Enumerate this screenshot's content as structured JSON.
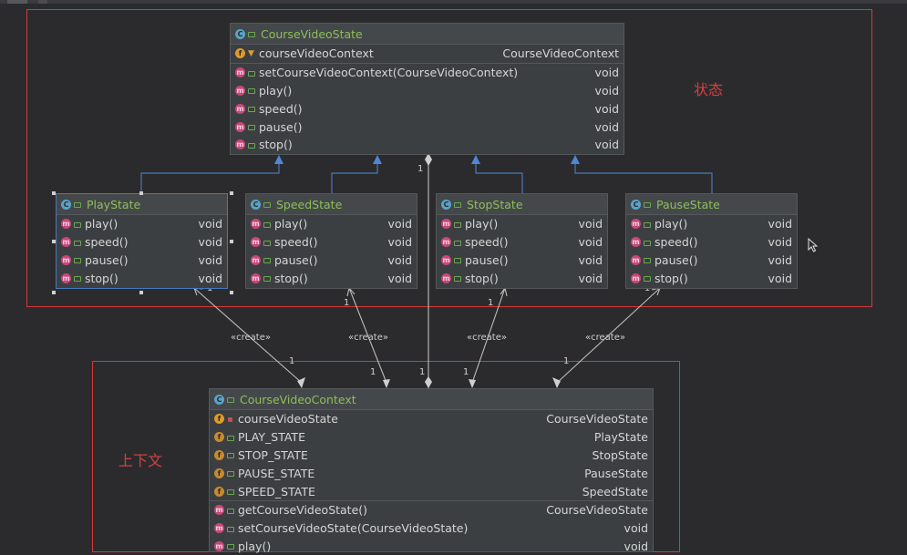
{
  "regions": {
    "state_label": "状态",
    "context_label": "上下文"
  },
  "interface": {
    "name": "CourseVideoState",
    "fields": [
      {
        "name": "courseVideoContext",
        "type": "CourseVideoContext",
        "icon": "field-icon"
      }
    ],
    "methods": [
      {
        "name": "setCourseVideoContext(CourseVideoContext)",
        "type": "void"
      },
      {
        "name": "play()",
        "type": "void"
      },
      {
        "name": "speed()",
        "type": "void"
      },
      {
        "name": "pause()",
        "type": "void"
      },
      {
        "name": "stop()",
        "type": "void"
      }
    ]
  },
  "states": [
    {
      "name": "PlayState",
      "methods": [
        {
          "name": "play()",
          "type": "void"
        },
        {
          "name": "speed()",
          "type": "void"
        },
        {
          "name": "pause()",
          "type": "void"
        },
        {
          "name": "stop()",
          "type": "void"
        }
      ]
    },
    {
      "name": "SpeedState",
      "methods": [
        {
          "name": "play()",
          "type": "void"
        },
        {
          "name": "speed()",
          "type": "void"
        },
        {
          "name": "pause()",
          "type": "void"
        },
        {
          "name": "stop()",
          "type": "void"
        }
      ]
    },
    {
      "name": "StopState",
      "methods": [
        {
          "name": "play()",
          "type": "void"
        },
        {
          "name": "speed()",
          "type": "void"
        },
        {
          "name": "pause()",
          "type": "void"
        },
        {
          "name": "stop()",
          "type": "void"
        }
      ]
    },
    {
      "name": "PauseState",
      "methods": [
        {
          "name": "play()",
          "type": "void"
        },
        {
          "name": "speed()",
          "type": "void"
        },
        {
          "name": "pause()",
          "type": "void"
        },
        {
          "name": "stop()",
          "type": "void"
        }
      ]
    }
  ],
  "context": {
    "name": "CourseVideoContext",
    "fields": [
      {
        "name": "courseVideoState",
        "type": "CourseVideoState"
      },
      {
        "name": "PLAY_STATE",
        "type": "PlayState"
      },
      {
        "name": "STOP_STATE",
        "type": "StopState"
      },
      {
        "name": "PAUSE_STATE",
        "type": "PauseState"
      },
      {
        "name": "SPEED_STATE",
        "type": "SpeedState"
      }
    ],
    "methods": [
      {
        "name": "getCourseVideoState()",
        "type": "CourseVideoState"
      },
      {
        "name": "setCourseVideoState(CourseVideoState)",
        "type": "void"
      },
      {
        "name": "play()",
        "type": "void"
      }
    ]
  },
  "associations": {
    "stereotype": "«create»",
    "multiplicity": "1"
  },
  "icons": {
    "class_letter": "C",
    "method_letter": "m",
    "field_letter": "f"
  },
  "colors": {
    "region_border": "#d33a3a",
    "inheritance": "#4a78b8",
    "association": "#bdbdbd",
    "class_title": "#8dbf5a"
  }
}
